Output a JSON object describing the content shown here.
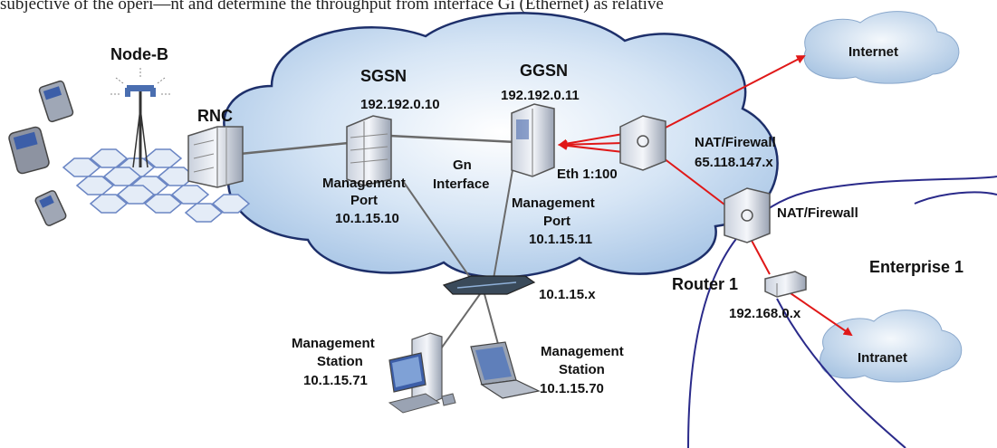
{
  "caption": "subjective of the operi—nt and determine the throughput from interface Gi (Ethernet) as relative",
  "labels": {
    "node_b": "Node-B",
    "rnc": "RNC",
    "sgsn": "SGSN",
    "sgsn_ip": "192.192.0.10",
    "ggsn": "GGSN",
    "ggsn_ip": "192.192.0.11",
    "gn": "Gn",
    "interface": "Interface",
    "eth": "Eth 1:100",
    "sgsn_mgmt1": "Management",
    "sgsn_mgmt2": "Port",
    "sgsn_mgmt_ip": "10.1.15.10",
    "ggsn_mgmt1": "Management",
    "ggsn_mgmt2": "Port",
    "ggsn_mgmt_ip": "10.1.15.11",
    "switch_net": "10.1.15.x",
    "ms1_l1": "Management",
    "ms1_l2": "Station",
    "ms1_ip": "10.1.15.71",
    "ms2_l1": "Management",
    "ms2_l2": "Station",
    "ms2_ip": "10.1.15.70",
    "internet": "Internet",
    "nat1": "NAT/Firewall",
    "nat1_ip": "65.118.147.x",
    "nat2": "NAT/Firewall",
    "enterprise": "Enterprise 1",
    "router": "Router 1",
    "router_net": "192.168.0.x",
    "intranet": "Intranet"
  },
  "colors": {
    "core_cloud": "#b9d2ec",
    "core_outline": "#1d2f6a",
    "small_cloud": "#c9dff0",
    "red_link": "#e01818",
    "grey_link": "#6a6a6a",
    "enterprise_arc": "#2a2a8a",
    "hex_fill": "#e4ecf7",
    "hex_stroke": "#6b86c4"
  },
  "icons": [
    "phone-icon",
    "antenna-icon",
    "server-icon",
    "firewall-icon",
    "switch-icon",
    "router-icon",
    "desktop-icon",
    "laptop-icon",
    "cloud-icon"
  ]
}
